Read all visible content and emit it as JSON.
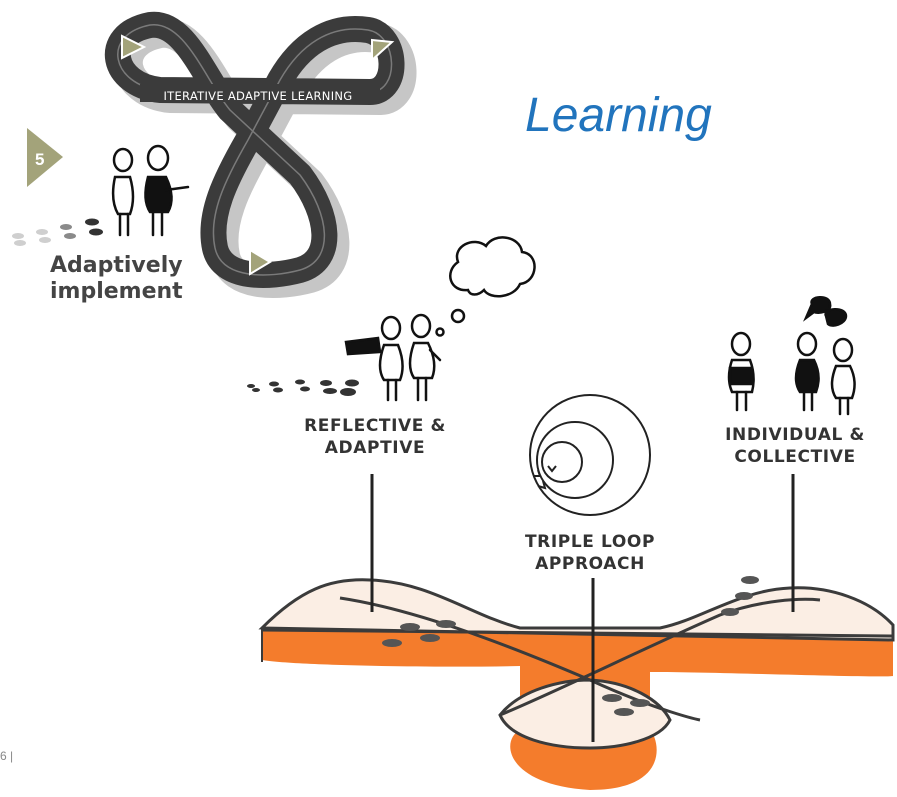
{
  "slide": {
    "title": "Learning",
    "page_number": "6 |"
  },
  "iterative_loop": {
    "label": "ITERATIVE ADAPTIVE LEARNING",
    "road_color": "#3b3b3b",
    "shadow_color": "#bdbdbd",
    "arrow_color": "#a3a37a"
  },
  "step": {
    "number": "5",
    "line1": "Adaptively",
    "line2": "implement",
    "badge_color": "#a3a37a"
  },
  "landscape": {
    "accent_color": "#f47c2c",
    "surface_color": "#fbeee4",
    "labels": {
      "reflective_line1": "REFLECTIVE &",
      "reflective_line2": "ADAPTIVE",
      "triple_line1": "TRIPLE LOOP",
      "triple_line2": "APPROACH",
      "individual_line1": "INDIVIDUAL &",
      "individual_line2": "COLLECTIVE"
    }
  }
}
